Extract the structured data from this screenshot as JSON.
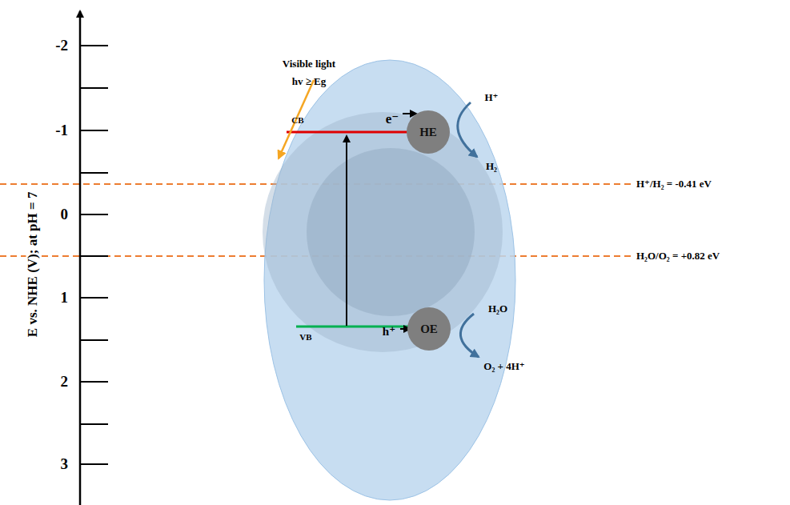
{
  "diagram": {
    "nodes": [
      {
        "text": [
          "HE"
        ]
      },
      {
        "text": [
          "OE"
        ]
      }
    ],
    "labels": [
      "-2",
      "-1",
      "0",
      "1",
      "2",
      "3",
      "E vs. NHE (V); at pH = 7",
      "Visible light",
      "hv ≥ Eg",
      "CB",
      "VB",
      "e⁻",
      "h⁺",
      "H⁺",
      "H₂",
      "H₂O",
      "O₂ + 4H⁺",
      "H⁺/H₂ = -0.41 eV",
      "H₂O/O₂ = +0.82 eV"
    ]
  }
}
